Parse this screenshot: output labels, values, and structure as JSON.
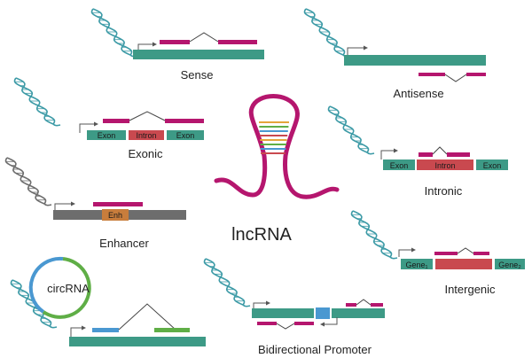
{
  "title": "lncRNA",
  "colors": {
    "teal": "#3d9a86",
    "magenta": "#b5166e",
    "red": "#c9494f",
    "gray": "#6d6d6d",
    "orange": "#c87d3c",
    "blue": "#4a98d1",
    "green": "#5fae46",
    "dna": "#3c9aa6"
  },
  "panels": {
    "sense": {
      "label": "Sense"
    },
    "antisense": {
      "label": "Antisense"
    },
    "exonic": {
      "label": "Exonic",
      "exon1": "Exon",
      "intron": "Intron",
      "exon2": "Exon"
    },
    "intronic": {
      "label": "Intronic",
      "exon1": "Exon",
      "intron": "Intron",
      "exon2": "Exon"
    },
    "enhancer": {
      "label": "Enhancer",
      "enh": "Enh"
    },
    "intergenic": {
      "label": "Intergenic",
      "gene1": "Gene₁",
      "gene2": "Gene₂"
    },
    "circrna": {
      "label": "circRNA"
    },
    "bidirectional": {
      "label": "Bidirectional Promoter"
    }
  }
}
